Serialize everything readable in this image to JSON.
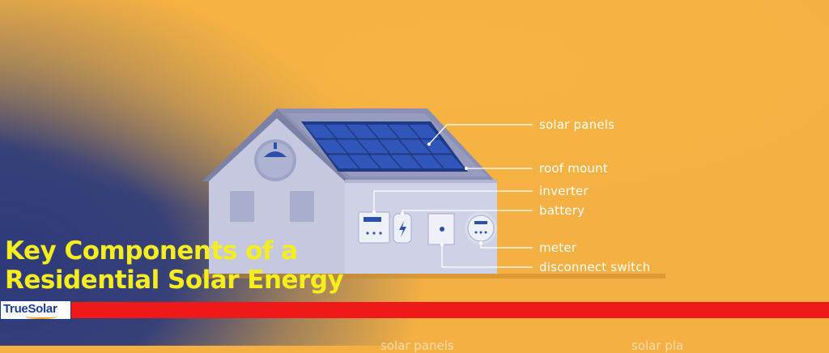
{
  "headline": {
    "line1": "Key Components of a",
    "line2": "Residential Solar Energy"
  },
  "labels": {
    "solar_panels": "solar panels",
    "roof_mount": "roof mount",
    "inverter": "inverter",
    "battery": "battery",
    "meter": "meter",
    "disconnect_switch": "disconnect switch"
  },
  "logo": {
    "text": "TrueSolar"
  },
  "ghost_text": {
    "left": "solar panels",
    "right": "solar pla"
  },
  "colors": {
    "background": "#f4b043",
    "headline": "#f5ee1c",
    "bar": "#f01818",
    "house_wall": "#c9cce1",
    "panel": "#2d4fa8",
    "logo": "#1c3c8c"
  }
}
